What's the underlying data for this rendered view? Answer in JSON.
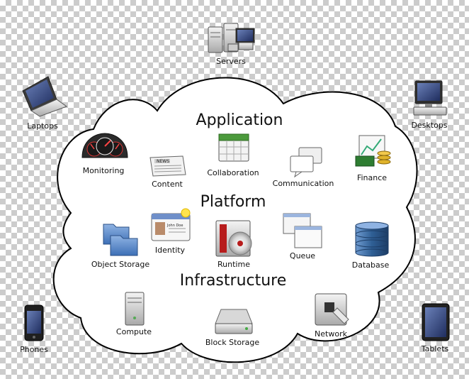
{
  "headings": {
    "application": "Application",
    "platform": "Platform",
    "infrastructure": "Infrastructure"
  },
  "outside": {
    "servers": "Servers",
    "laptops": "Laptops",
    "desktops": "Desktops",
    "phones": "Phones",
    "tablets": "Tablets"
  },
  "application": {
    "monitoring": "Monitoring",
    "content": "Content",
    "collaboration": "Collaboration",
    "communication": "Communication",
    "finance": "Finance"
  },
  "platform": {
    "object_storage": "Object Storage",
    "identity": "Identity",
    "identity_card_name": "John Doe",
    "runtime": "Runtime",
    "queue": "Queue",
    "database": "Database"
  },
  "infrastructure": {
    "compute": "Compute",
    "block_storage": "Block Storage",
    "network": "Network"
  },
  "content_icon_text": "NEWS",
  "colors": {
    "cloud_fill": "#ffffff",
    "cloud_stroke": "#000000",
    "finance_green": "#2e7d32",
    "folder_blue": "#3d6fb6",
    "database_blue": "#2f5f95",
    "runtime_red": "#b71c1c"
  }
}
